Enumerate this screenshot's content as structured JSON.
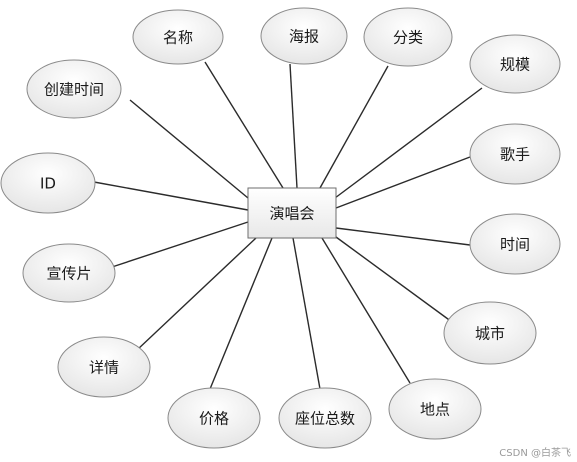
{
  "entity": {
    "label": "演唱会"
  },
  "attributes": [
    {
      "id": "name",
      "label": "名称"
    },
    {
      "id": "poster",
      "label": "海报"
    },
    {
      "id": "category",
      "label": "分类"
    },
    {
      "id": "scale",
      "label": "规模"
    },
    {
      "id": "created-time",
      "label": "创建时间"
    },
    {
      "id": "singer",
      "label": "歌手"
    },
    {
      "id": "id",
      "label": "ID"
    },
    {
      "id": "time",
      "label": "时间"
    },
    {
      "id": "promo-video",
      "label": "宣传片"
    },
    {
      "id": "city",
      "label": "城市"
    },
    {
      "id": "details",
      "label": "详情"
    },
    {
      "id": "location",
      "label": "地点"
    },
    {
      "id": "price",
      "label": "价格"
    },
    {
      "id": "total-seats",
      "label": "座位总数"
    }
  ],
  "watermark": "CSDN @白茶飞",
  "colors": {
    "ellipse_fill_top": "#ffffff",
    "ellipse_fill_bottom": "#e6e6e6",
    "stroke": "#8a8a8a",
    "line": "#2b2b2b"
  }
}
